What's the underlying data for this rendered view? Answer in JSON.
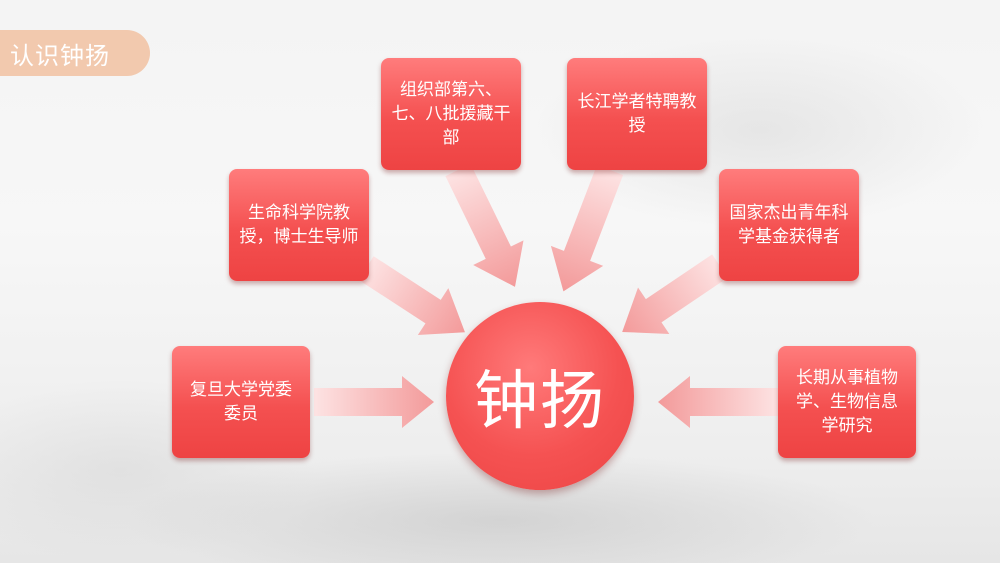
{
  "title": "认识钟扬",
  "center": {
    "label": "钟扬"
  },
  "nodes": [
    {
      "id": "party",
      "label": "复旦大学党委委员"
    },
    {
      "id": "professor",
      "label": "生命科学院教授，博士生导师"
    },
    {
      "id": "aid",
      "label": "组织部第六、七、八批援藏干部"
    },
    {
      "id": "changjiang",
      "label": "长江学者特聘教授"
    },
    {
      "id": "fund",
      "label": "国家杰出青年科学基金获得者"
    },
    {
      "id": "research",
      "label": "长期从事植物学、生物信息学研究"
    }
  ],
  "colors": {
    "node_fill": "#f45050",
    "arrow_fill": "#f8b1b1",
    "title_tab": "#f2c9ae"
  }
}
